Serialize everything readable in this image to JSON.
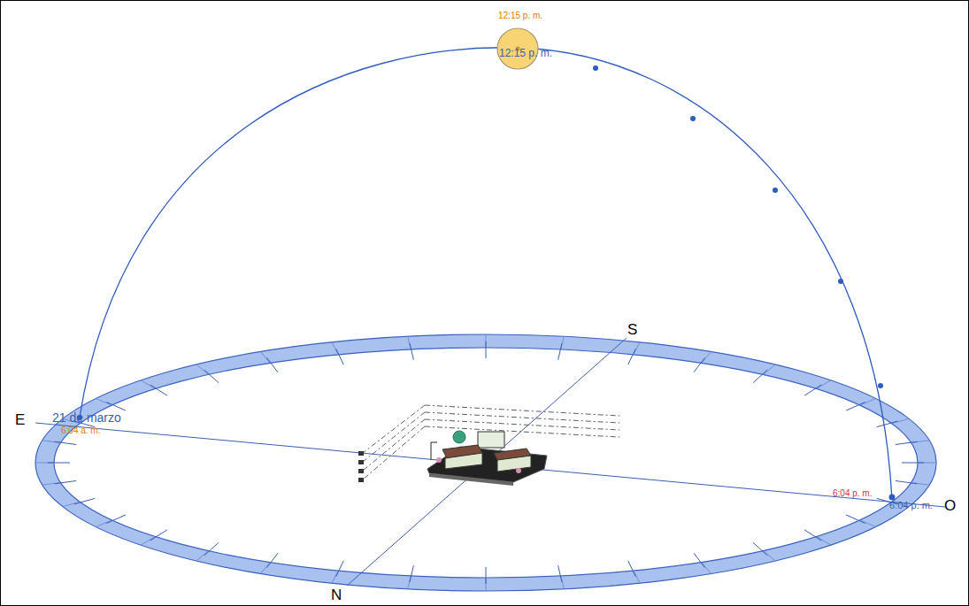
{
  "diagram": {
    "labels": [
      "12:15 p. m.",
      "12:15 p. m.",
      "S",
      "E",
      "21 de marzo",
      "6:04 a. m.",
      "N",
      "6:04 p. m.",
      "6:04 p. m.",
      "O"
    ]
  }
}
